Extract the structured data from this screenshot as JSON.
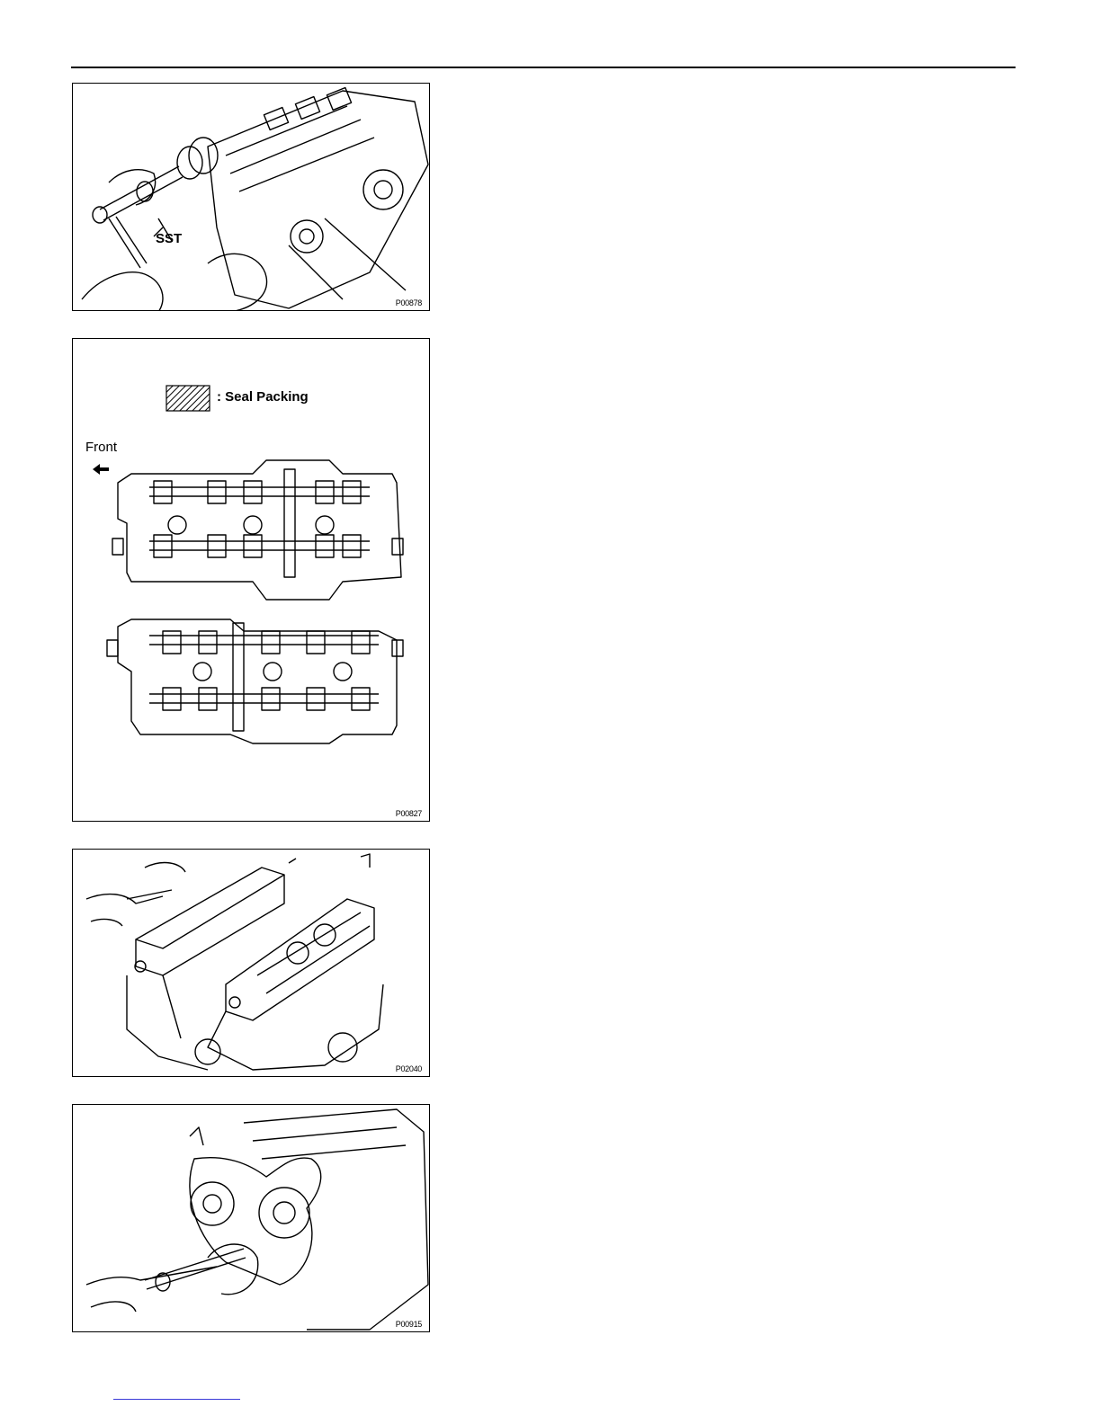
{
  "figures": [
    {
      "code": "P00878",
      "callouts": [
        "SST"
      ]
    },
    {
      "code": "P00827",
      "legend_label": ": Seal Packing",
      "direction_label": "Front"
    },
    {
      "code": "P02040"
    },
    {
      "code": "P00915"
    }
  ]
}
